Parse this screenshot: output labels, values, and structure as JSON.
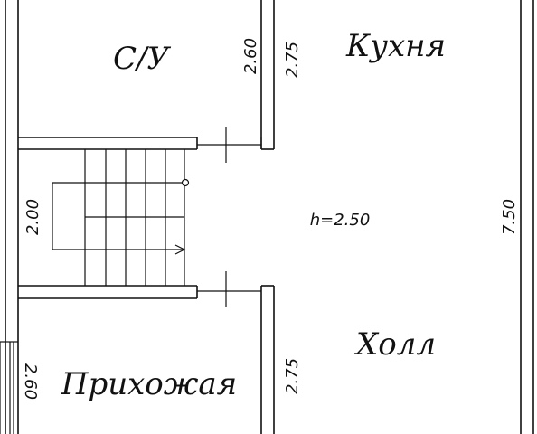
{
  "rooms": {
    "bathroom": "С/У",
    "kitchen": "Кухня",
    "hall": "Холл",
    "entry": "Прихожая"
  },
  "dimensions": {
    "bath_height": "2.60",
    "kitchen_height": "2.75",
    "stair_width": "2.00",
    "total_height": "7.50",
    "hall_height": "2.75",
    "entry_height": "2.60"
  },
  "ceiling_height": "h=2.50"
}
